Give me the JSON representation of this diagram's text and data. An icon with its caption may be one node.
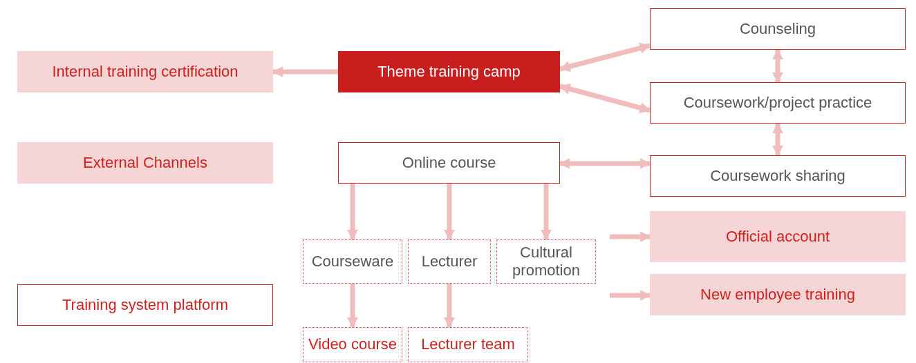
{
  "diagram": {
    "nodes": [
      {
        "text": [
          "Internal training certification"
        ]
      },
      {
        "text": [
          "Theme training camp"
        ]
      },
      {
        "text": [
          "Counseling"
        ]
      },
      {
        "text": [
          "Coursework/project practice"
        ]
      },
      {
        "text": [
          "External Channels"
        ]
      },
      {
        "text": [
          "Online course"
        ]
      },
      {
        "text": [
          "Coursework sharing"
        ]
      },
      {
        "text": [
          "Official account"
        ]
      },
      {
        "text": [
          "Courseware"
        ]
      },
      {
        "text": [
          "Lecturer"
        ]
      },
      {
        "text": [
          "Cultural promotion"
        ]
      },
      {
        "text": [
          "Training system platform"
        ]
      },
      {
        "text": [
          "New employee training"
        ]
      },
      {
        "text": [
          "Video course"
        ]
      },
      {
        "text": [
          "Lecturer team"
        ]
      }
    ],
    "edges": [
      {
        "from": 1,
        "to": 0,
        "arrow": "to"
      },
      {
        "from": 1,
        "to": 2,
        "arrow": "both"
      },
      {
        "from": 1,
        "to": 3,
        "arrow": "both"
      },
      {
        "from": 2,
        "to": 3,
        "arrow": "both"
      },
      {
        "from": 3,
        "to": 6,
        "arrow": "both"
      },
      {
        "from": 5,
        "to": 6,
        "arrow": "both"
      },
      {
        "from": 5,
        "to": 8,
        "arrow": "to"
      },
      {
        "from": 5,
        "to": 9,
        "arrow": "to"
      },
      {
        "from": 5,
        "to": 10,
        "arrow": "to"
      },
      {
        "from": 8,
        "to": 13,
        "arrow": "to"
      },
      {
        "from": 9,
        "to": 14,
        "arrow": "to"
      },
      {
        "from": null,
        "to": 7,
        "arrow": "to"
      },
      {
        "from": null,
        "to": 12,
        "arrow": "to"
      }
    ]
  }
}
